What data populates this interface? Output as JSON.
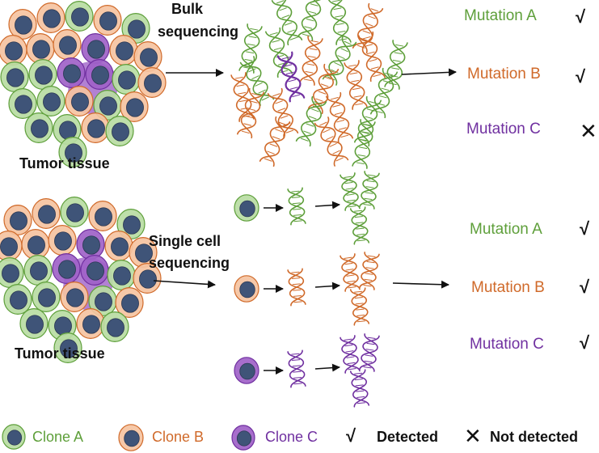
{
  "colors": {
    "clone_a": "#5e9f3a",
    "clone_a_fill": "#b9dca3",
    "clone_b": "#d06a2a",
    "clone_b_fill": "#f5c3a1",
    "clone_c": "#7030a0",
    "clone_c_fill": "#9f62c8",
    "nucleus": "#3f5478",
    "text": "#111111"
  },
  "bulk": {
    "tissue_label": "Tumor tissue",
    "method_label_line1": "Bulk",
    "method_label_line2": "sequencing",
    "mutations": [
      {
        "label": "Mutation A",
        "status_icon": "check-icon",
        "status_glyph": "√"
      },
      {
        "label": "Mutation B",
        "status_icon": "check-icon",
        "status_glyph": "√"
      },
      {
        "label": "Mutation C",
        "status_icon": "cross-icon",
        "status_glyph": "✕"
      }
    ]
  },
  "single_cell": {
    "tissue_label": "Tumor tissue",
    "method_label_line1": "Single cell",
    "method_label_line2": "sequencing",
    "mutations": [
      {
        "label": "Mutation A",
        "status_icon": "check-icon",
        "status_glyph": "√"
      },
      {
        "label": "Mutation B",
        "status_icon": "check-icon",
        "status_glyph": "√"
      },
      {
        "label": "Mutation C",
        "status_icon": "check-icon",
        "status_glyph": "√"
      }
    ]
  },
  "legend": {
    "clone_a": "Clone A",
    "clone_b": "Clone B",
    "clone_c": "Clone C",
    "detected_glyph": "√",
    "detected": "Detected",
    "not_detected_glyph": "✕",
    "not_detected": "Not detected"
  }
}
